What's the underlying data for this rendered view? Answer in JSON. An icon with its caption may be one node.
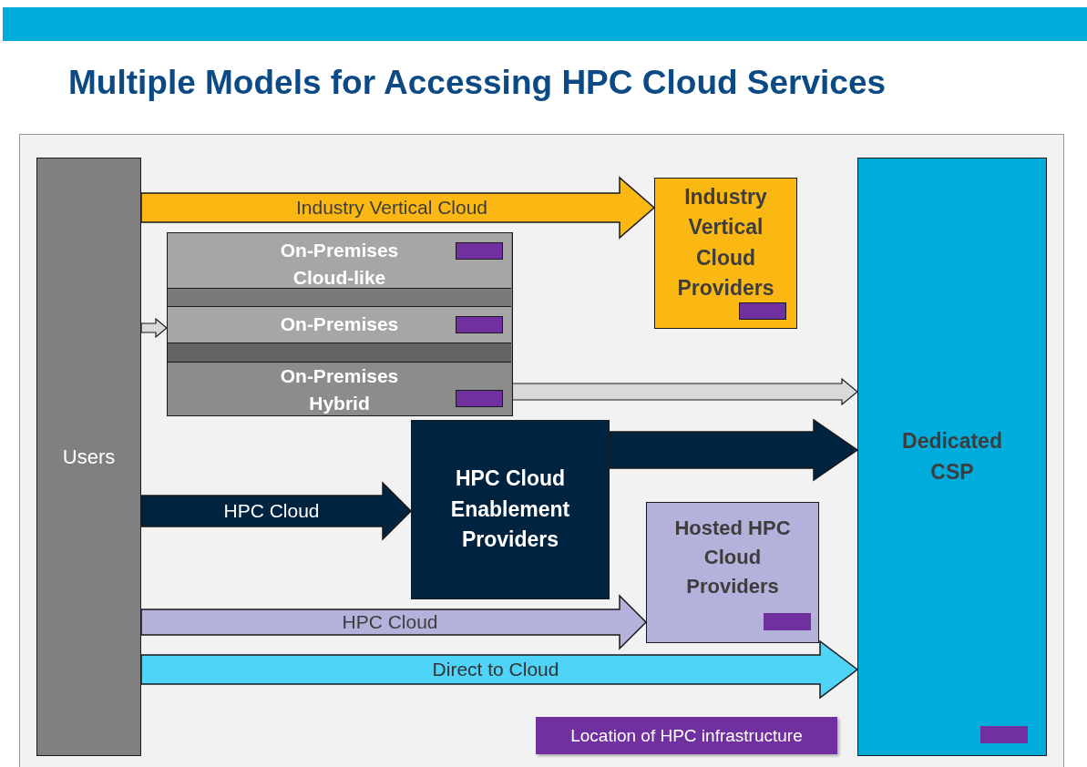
{
  "diagram": {
    "title": "Multiple Models for Accessing HPC Cloud Services",
    "nodes": [
      {
        "text": [
          "Users"
        ]
      },
      {
        "text": [
          "Industry Vertical Cloud Providers"
        ]
      },
      {
        "text": [],
        "shape": "box"
      },
      {
        "text": [
          "On-Premises Cloud-like"
        ],
        "in": 2
      },
      {
        "text": [],
        "shape": "bar",
        "in": 2
      },
      {
        "text": [
          "On-Premises"
        ],
        "in": 2
      },
      {
        "text": [],
        "shape": "bar",
        "in": 2
      },
      {
        "text": [
          "On-Premises Hybrid"
        ],
        "in": 2
      },
      {
        "text": [
          "Dedicated CSP"
        ]
      },
      {
        "text": [
          "HPC Cloud Enablement Providers"
        ]
      },
      {
        "text": [
          "Hosted HPC Cloud Providers"
        ]
      }
    ],
    "edges": [
      {
        "from": 0,
        "to": 1,
        "arrow": "to",
        "label": "Industry Vertical Cloud",
        "style": "thick",
        "color": "#fbb812"
      },
      {
        "from": 0,
        "to": 5,
        "arrow": "to",
        "color": "#d9d9d9"
      },
      {
        "from": 7,
        "to": 8,
        "arrow": "to",
        "color": "#d9d9d9"
      },
      {
        "from": 9,
        "to": 8,
        "arrow": "to",
        "style": "thick",
        "color": "#002340"
      },
      {
        "from": 0,
        "to": 9,
        "arrow": "to",
        "label": "HPC Cloud",
        "style": "thick",
        "color": "#002340"
      },
      {
        "from": 0,
        "to": 10,
        "arrow": "to",
        "label": "HPC Cloud",
        "style": "thick",
        "color": "#b4b1da"
      },
      {
        "from": 0,
        "to": 8,
        "arrow": "to",
        "label": "Direct to Cloud",
        "style": "thick",
        "color": "#4fd3f7"
      }
    ],
    "legend": [
      {
        "text": "Location of HPC infrastructure",
        "color": "#7030a0"
      }
    ]
  }
}
